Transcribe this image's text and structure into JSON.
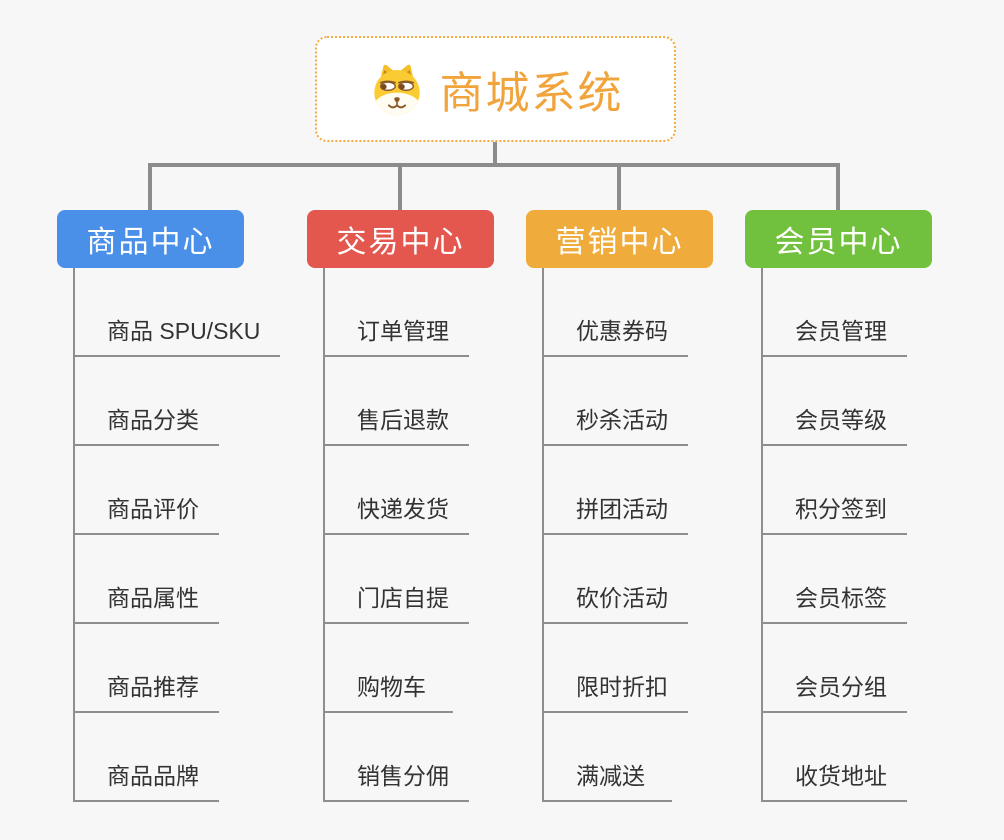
{
  "background": "#F7F7F7",
  "connector_color": "#8C8C8C",
  "root": {
    "title": "商城系统",
    "icon": "dog-face-icon",
    "text_color": "#F1A43B",
    "border_color": "#F3A93C"
  },
  "branches": [
    {
      "label": "商品中心",
      "color": "#4B90E8",
      "items": [
        "商品 SPU/SKU",
        "商品分类",
        "商品评价",
        "商品属性",
        "商品推荐",
        "商品品牌"
      ]
    },
    {
      "label": "交易中心",
      "color": "#E4574F",
      "items": [
        "订单管理",
        "售后退款",
        "快递发货",
        "门店自提",
        "购物车",
        "销售分佣"
      ]
    },
    {
      "label": "营销中心",
      "color": "#EFAC3C",
      "items": [
        "优惠券码",
        "秒杀活动",
        "拼团活动",
        "砍价活动",
        "限时折扣",
        "满减送"
      ]
    },
    {
      "label": "会员中心",
      "color": "#72C13E",
      "items": [
        "会员管理",
        "会员等级",
        "积分签到",
        "会员标签",
        "会员分组",
        "收货地址"
      ]
    }
  ]
}
